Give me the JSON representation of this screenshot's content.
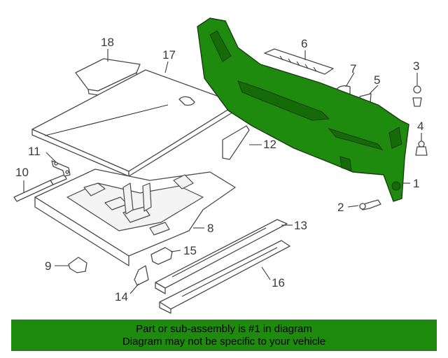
{
  "diagram": {
    "callouts": {
      "c1": "1",
      "c2": "2",
      "c3": "3",
      "c4": "4",
      "c5": "5",
      "c6": "6",
      "c7": "7",
      "c8": "8",
      "c9": "9",
      "c10": "10",
      "c11": "11",
      "c12": "12",
      "c13": "13",
      "c14": "14",
      "c15": "15",
      "c16": "16",
      "c17": "17",
      "c18": "18"
    },
    "highlight_color": "#1e8a0e"
  },
  "banner": {
    "line1": "Part or sub-assembly is #1 in diagram",
    "line2": "Diagram may not be specific to your vehicle",
    "background": "#1e8a0e"
  }
}
